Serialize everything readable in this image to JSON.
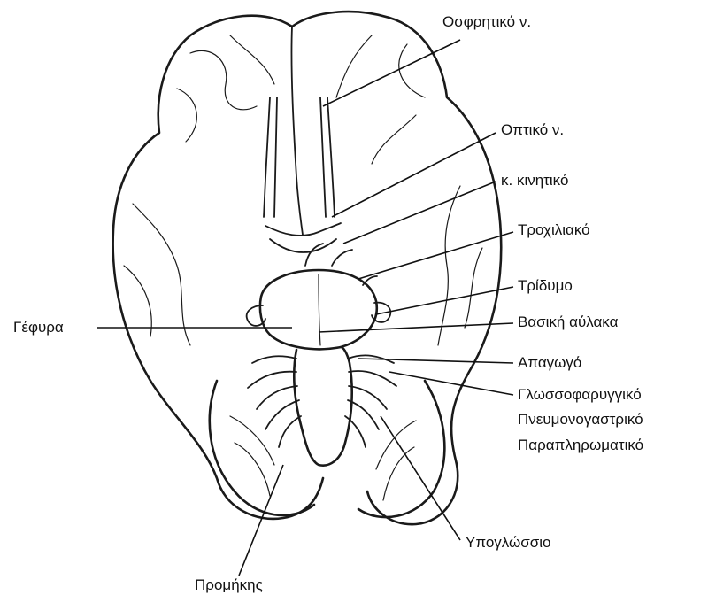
{
  "labels": {
    "olfactory": "Οσφρητικό ν.",
    "optic": "Οπτικό ν.",
    "oculomotor": "κ. κινητικό",
    "trochlear": "Τροχιλιακό",
    "trigeminal": "Τρίδυμο",
    "pons": "Γέφυρα",
    "basilar_sulcus": "Βασική αύλακα",
    "abducens": "Απαγωγό",
    "glossopharyngeal": "Γλωσσοφαρυγγικό",
    "vagus": "Πνευμονογαστρικό",
    "accessory": "Παραπληρωματικό",
    "hypoglossal": "Υπογλώσσιο",
    "medulla": "Προμήκης"
  },
  "colors": {
    "ink": "#1a1a1a",
    "background": "#ffffff"
  }
}
